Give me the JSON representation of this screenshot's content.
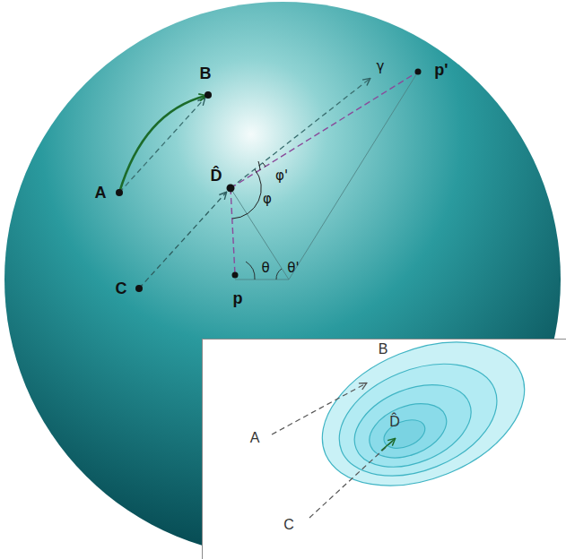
{
  "diagram": {
    "labels": [
      "B",
      "A",
      "D̂",
      "γ",
      "p'",
      "φ'",
      "φ",
      "C",
      "p",
      "θ",
      "θ'",
      "B",
      "A",
      "D̂",
      "C"
    ]
  }
}
